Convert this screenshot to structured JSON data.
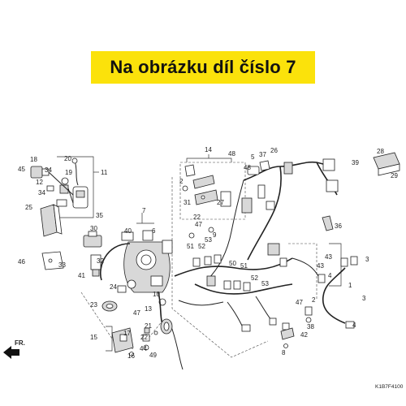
{
  "banner": {
    "text": "Na obrázku díl číslo 7",
    "color": "#fbe20b"
  },
  "diagram_code": "K1B7F4100",
  "front_marker": "FR.",
  "callouts": [
    "45",
    "18",
    "20",
    "34",
    "19",
    "11",
    "12",
    "34",
    "35",
    "25",
    "30",
    "33",
    "46",
    "32",
    "41",
    "10",
    "24",
    "23",
    "47",
    "13",
    "17",
    "22",
    "15",
    "16",
    "21",
    "44",
    "49",
    "14",
    "48",
    "5",
    "37",
    "26",
    "28",
    "39",
    "29",
    "2",
    "31",
    "27",
    "7",
    "6",
    "40",
    "22",
    "47",
    "53",
    "9",
    "52",
    "51",
    "50",
    "51",
    "52",
    "53",
    "36",
    "43",
    "3",
    "43",
    "4",
    "1",
    "47",
    "2",
    "38",
    "42",
    "8",
    "3",
    "48",
    "4"
  ]
}
